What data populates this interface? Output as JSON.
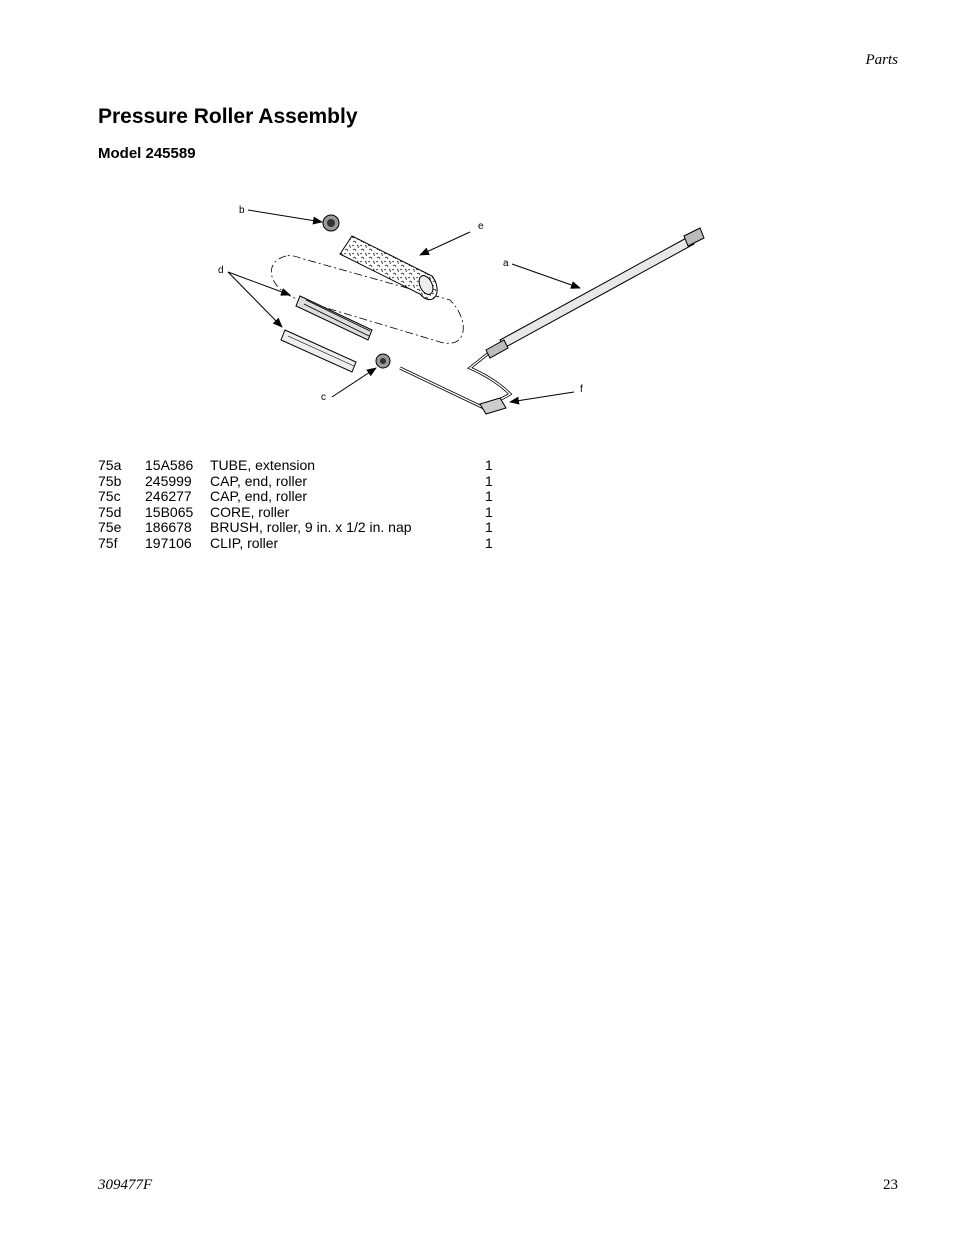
{
  "header": {
    "section": "Parts"
  },
  "title": "Pressure Roller Assembly",
  "subtitle": "Model 245589",
  "diagram": {
    "callouts": [
      "a",
      "b",
      "c",
      "d",
      "e",
      "f"
    ]
  },
  "parts": [
    {
      "ref": "75a",
      "part": "15A586",
      "description": "TUBE, extension",
      "qty": "1"
    },
    {
      "ref": "75b",
      "part": "245999",
      "description": "CAP, end, roller",
      "qty": "1"
    },
    {
      "ref": "75c",
      "part": "246277",
      "description": "CAP, end, roller",
      "qty": "1"
    },
    {
      "ref": "75d",
      "part": "15B065",
      "description": "CORE, roller",
      "qty": "1"
    },
    {
      "ref": "75e",
      "part": "186678",
      "description": "BRUSH, roller, 9 in. x 1/2 in. nap",
      "qty": "1"
    },
    {
      "ref": "75f",
      "part": "197106",
      "description": "CLIP, roller",
      "qty": "1"
    }
  ],
  "footer": {
    "doc_number": "309477F",
    "page_number": "23"
  }
}
